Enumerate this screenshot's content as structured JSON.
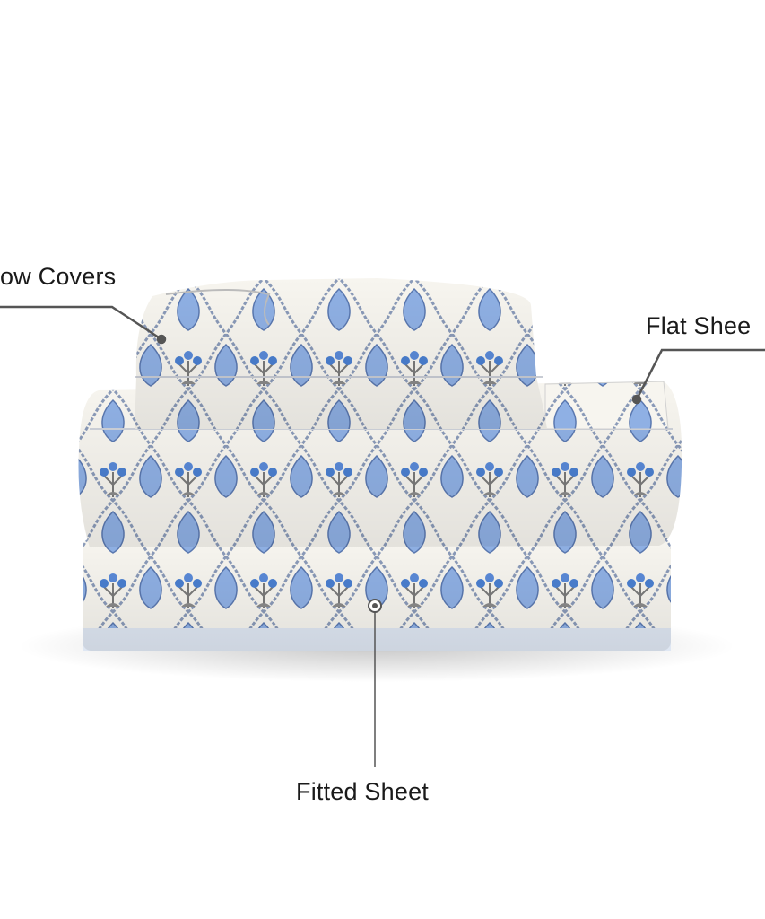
{
  "product": {
    "labels": {
      "pillow_covers": "ow Covers",
      "flat_sheet": "Flat Shee",
      "fitted_sheet": "Fitted Sheet"
    }
  },
  "colors": {
    "fabric_base": "#f7f5ef",
    "print_blue": "#6f97d6",
    "print_gray": "#7a7a7a",
    "callout_line": "#555555",
    "label_text": "#1a1a1a"
  }
}
